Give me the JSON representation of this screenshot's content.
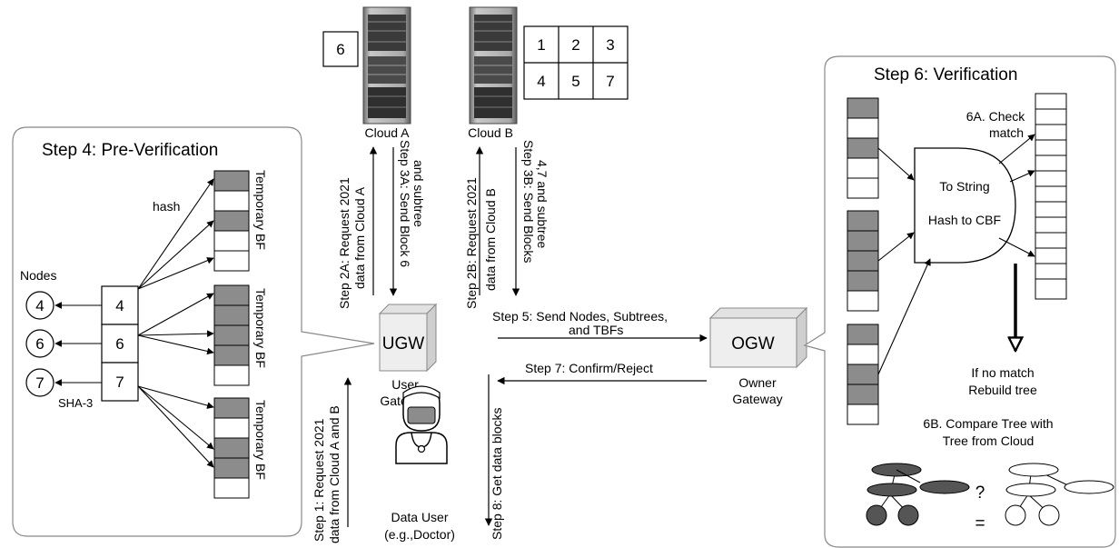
{
  "step4": {
    "title": "Step 4: Pre-Verification",
    "hash_label": "hash",
    "nodes_label": "Nodes",
    "sha_label": "SHA-3",
    "node_values": [
      "4",
      "6",
      "7"
    ],
    "tbf_label": "Temporary BF"
  },
  "cloud_a": {
    "label": "Cloud A",
    "block": "6"
  },
  "cloud_b": {
    "label": "Cloud B",
    "blocks": [
      "1",
      "2",
      "3",
      "4",
      "5",
      "7"
    ]
  },
  "steps": {
    "s1": [
      "Step 1: Request 2021",
      "data from Cloud A and B"
    ],
    "s2a": [
      "Step 2A: Request 2021",
      "data from Cloud A"
    ],
    "s3a": [
      "Step 3A: Send Block 6",
      "and subtree"
    ],
    "s2b": [
      "Step 2B: Request 2021",
      "data from Cloud B"
    ],
    "s3b": [
      "Step 3B: Send Blocks",
      "4,7 and subtree"
    ],
    "s5": [
      "Step 5: Send Nodes, Subtrees,",
      "and TBFs"
    ],
    "s7": "Step 7: Confirm/Reject",
    "s8": "Step 8: Get data blocks"
  },
  "ugw": {
    "abbr": "UGW",
    "name_line1": "User",
    "name_line2": "Gateway"
  },
  "ogw": {
    "abbr": "OGW",
    "name_line1": "Owner",
    "name_line2": "Gateway"
  },
  "user": {
    "line1": "Data User",
    "line2": "(e.g.,Doctor)"
  },
  "step6": {
    "title": "Step 6: Verification",
    "check_line1": "6A. Check",
    "check_line2": "match",
    "process_line1": "To String",
    "process_line2": "Hash to CBF",
    "nomatch_line1": "If no match",
    "nomatch_line2": "Rebuild tree",
    "compare_line1": "6B. Compare Tree with",
    "compare_line2": "Tree from Cloud",
    "question": "?",
    "equals": "="
  },
  "colors": {
    "filled_cell": "#8c8c8c",
    "line": "#000000",
    "box_border": "#777777",
    "cube_front": "#eeeeee",
    "cube_side": "#cfcfcf",
    "cube_top": "#e2e2e2"
  }
}
